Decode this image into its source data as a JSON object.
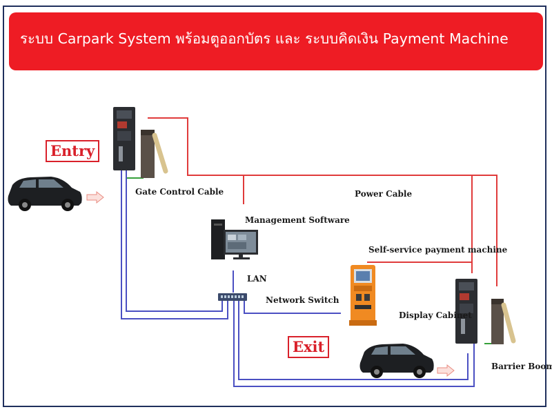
{
  "header": {
    "title": "ระบบ Carpark System พร้อมตูออกบัตร และ ระบบคิดเงิน Payment Machine"
  },
  "tags": {
    "entry": "Entry",
    "exit": "Exit"
  },
  "labels": {
    "gate_control_cable": "Gate Control Cable",
    "power_cable": "Power Cable",
    "management_software": "Management Software",
    "self_service_payment_machine": "Self-service payment machine",
    "lan": "LAN",
    "network_switch": "Network Switch",
    "display_cabinet": "Display Cabinet",
    "barrier_boom": "Barrier Boom"
  },
  "colors": {
    "banner": "#ee1c24",
    "power_line": "#e03a3a",
    "network_line": "#4a4fc2",
    "frame": "#1f2f5c"
  }
}
